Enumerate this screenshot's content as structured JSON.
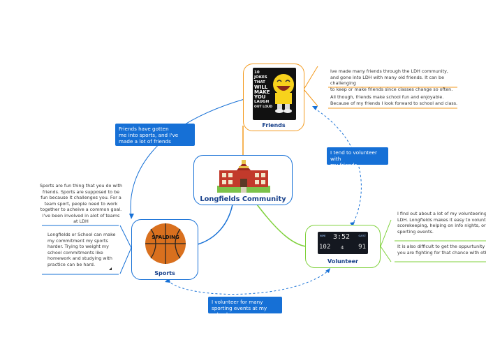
{
  "central": {
    "title": "Longfields Community"
  },
  "friends": {
    "label": "Friends",
    "image_text": [
      "10 JOKES",
      "THAT",
      "WILL",
      "MAKE",
      "YOU",
      "LAUGH",
      "OUT LOUD"
    ],
    "note_1": [
      "Ive made many friends through the LDH community,",
      "and gone into LDH with many old friends. It can be challenging",
      "to keep or make friends since classes change so often."
    ],
    "note_2": [
      "All though, friends make school fun and enjoyable.",
      "Because of my friends I look forward to school and class."
    ]
  },
  "sports": {
    "label": "Sports",
    "ball_brand": "SPALDING",
    "note_1": [
      "Sports are fun thing that you do with",
      "friends. Sports are supposed to be",
      "fun because it challenges you. For a",
      "team sport, people need to work",
      "together to acheive a common goal.",
      "I've been involved in alot of teams",
      "at LDH"
    ],
    "note_2": [
      "Longfields or School can make",
      "my commitment my sports",
      "harder. Trying to weight my",
      "school commitments like",
      "homework and studying with",
      "practice can be hard."
    ]
  },
  "volunteer": {
    "label": "Volunteer",
    "board": {
      "clock": "3:52",
      "home_label": "HOME",
      "guest_label": "GUEST",
      "home_score": "102",
      "guest_score": "91",
      "period": "4"
    },
    "note_1": [
      "I find out about a lot of my volunteering oppu",
      "LDH. Longfields makes it easy to volunteer, wi",
      "scorekeeping, helping on info nights, or helpi",
      "sporting events."
    ],
    "note_2": [
      "It is also difficult to get the oppurtunity becau",
      "you are fighting for that chance with other stu"
    ]
  },
  "links": {
    "friends_sports": [
      "Friends have gotten",
      "me into sports, and I've",
      "made a lot of friends through it."
    ],
    "friends_volunteer": [
      "I tend to volunteer with",
      "my friends"
    ],
    "sports_volunteer": [
      "I volunteer for many",
      "sporting events at my school"
    ]
  },
  "colors": {
    "orange": "#f39a1e",
    "blue": "#1670d6",
    "green": "#7fd13b"
  }
}
